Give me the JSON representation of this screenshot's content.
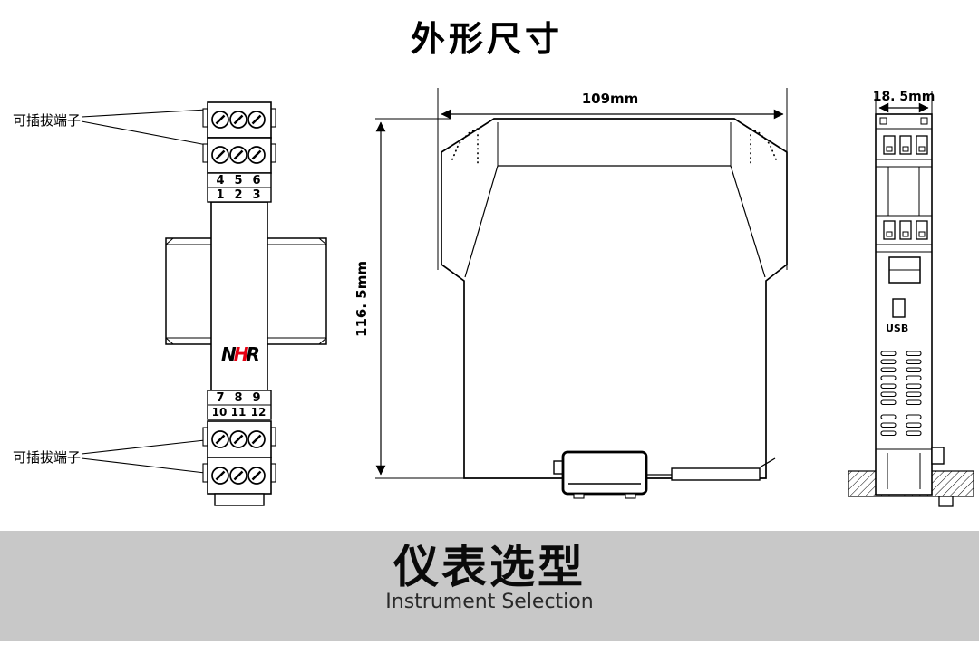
{
  "page_title": "外形尺寸",
  "front_view": {
    "pluggable_top": "可插拔端子",
    "pluggable_bottom": "可插拔端子",
    "top_numbers_row1": [
      "4",
      "5",
      "6"
    ],
    "top_numbers_row2": [
      "1",
      "2",
      "3"
    ],
    "bottom_numbers_row1": [
      "7",
      "8",
      "9"
    ],
    "bottom_numbers_row2": [
      "10",
      "11",
      "12"
    ],
    "logo": {
      "n": "N",
      "h": "H",
      "r": "R"
    }
  },
  "side_view": {
    "width": "109mm",
    "height": "116. 5mm"
  },
  "end_view": {
    "width": "18. 5mm",
    "usb": "USB"
  },
  "banner": {
    "title": "仪表选型",
    "subtitle": "Instrument Selection"
  },
  "colors": {
    "line": "#000000",
    "logo_red": "#e60012",
    "banner_bg": "#c8c8c8"
  }
}
